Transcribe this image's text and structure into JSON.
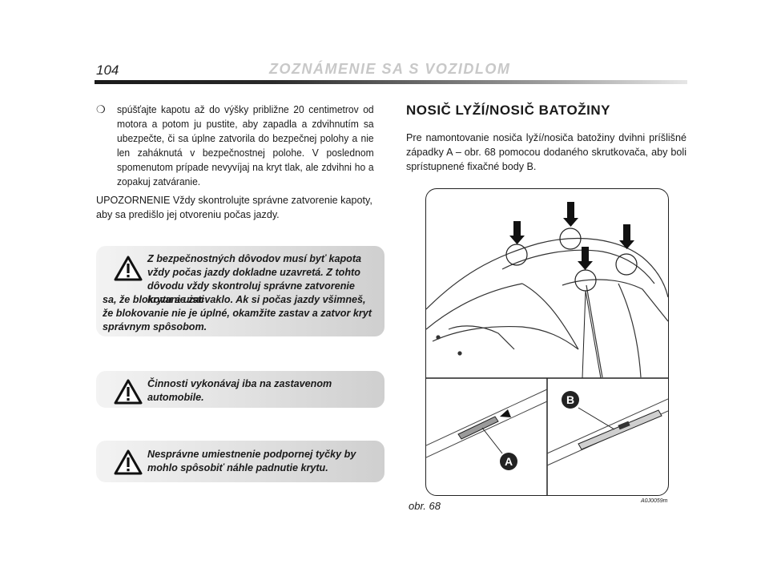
{
  "header": {
    "page_number": "104",
    "title": "ZOZNÁMENIE SA S VOZIDLOM"
  },
  "left": {
    "bullet_symbol": "❍",
    "bullet_text": "spúšťajte kapotu až do výšky približne 20 centimetrov od motora a potom ju pustite, aby zapadla a zdvihnutím sa ubezpečte, či sa úplne zatvorila do bezpečnej polohy a nie len zaháknutá v bezpečnostnej polohe. V poslednom spomenutom prípade nevyvíjaj na kryt tlak, ale zdvihni ho a zopakuj zatváranie.",
    "note": "UPOZORNENIE Vždy skontrolujte správne zatvorenie kapoty, aby sa predišlo jej otvoreniu počas jazdy."
  },
  "warnings": [
    {
      "icon": "warning-triangle-icon",
      "text_line1": "Z bezpečnostných dôvodov musí byť kapota vždy počas jazdy dokladne uzavretá. Z tohto dôvodu vždy skontroluj správne zatvorenie krytu a uisti",
      "text_line2": "sa, že blokovanie zacvaklo. Ak si počas jazdy všimneš, že blokovanie nie je úplné, okamžite zastav a zatvor kryt správnym spôsobom."
    },
    {
      "icon": "warning-triangle-icon",
      "text": "Činnosti vykonávaj iba na zastavenom automobile."
    },
    {
      "icon": "warning-triangle-icon",
      "text": "Nesprávne umiestnenie podpornej tyčky by mohlo spôsobiť náhle padnutie krytu."
    }
  ],
  "section": {
    "title": "NOSIČ LYŽÍ/NOSIČ BATOŽINY",
    "body": "Pre namontovanie nosiča lyží/nosiča batožiny dvihni príšlišné západky A – obr. 68 pomocou dodaného skrutkovača, aby boli sprístupnené fixačné body B."
  },
  "figure": {
    "label_a": "A",
    "label_b": "B",
    "caption": "obr. 68",
    "code": "A0J0059m"
  }
}
